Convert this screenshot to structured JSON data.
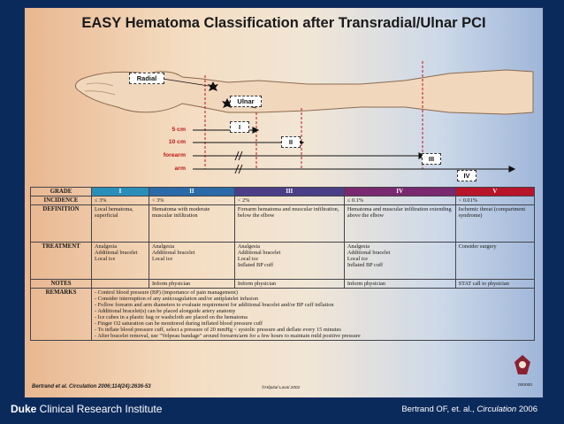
{
  "title": "EASY Hematoma Classification after Transradial/Ulnar PCI",
  "arm": {
    "radial_label": "Radial",
    "ulnar_label": "Ulnar",
    "distances": [
      {
        "label": "5 cm",
        "grade": "I"
      },
      {
        "label": "10 cm",
        "grade": "II"
      },
      {
        "label": "forearm",
        "grade": "III"
      },
      {
        "label": "arm",
        "grade": "IV"
      }
    ]
  },
  "table": {
    "grades": [
      "I",
      "II",
      "III",
      "IV",
      "V"
    ],
    "header_colors": [
      "#2a8fb8",
      "#2a6aa8",
      "#4a3f86",
      "#7a2870",
      "#b8142a"
    ],
    "rows": [
      {
        "label": "GRADE",
        "cells": [
          "I",
          "II",
          "III",
          "IV",
          "V"
        ]
      },
      {
        "label": "INCIDENCE",
        "cells": [
          "≤ 3%",
          "< 3%",
          "< 2%",
          "≤ 0.1%",
          "< 0.01%"
        ]
      },
      {
        "label": "DEFINITION",
        "cells": [
          "Local hematoma, superficial",
          "Hematoma with moderate muscular infiltration",
          "Forearm hematoma and muscular infiltration, below the elbow",
          "Hematoma and muscular infiltration extending above the elbow",
          "Ischemic threat (compartment syndrome)"
        ]
      },
      {
        "label": "TREATMENT",
        "cells": [
          "Analgesia\nAdditional bracelet\nLocal ice",
          "Analgesia\nAdditional bracelet\nLocal ice",
          "Analgesia\nAdditional bracelet\nLocal ice\nInflated BP cuff",
          "Analgesia\nAdditional bracelet\nLocal ice\nInflated BP cuff",
          "Consider surgery"
        ]
      },
      {
        "label": "NOTES",
        "cells": [
          "",
          "Inform physician",
          "Inform physician",
          "Inform physician",
          "STAT call to physician"
        ]
      }
    ],
    "remarks_label": "REMARKS",
    "remarks": [
      "- Control blood pressure (BP) (importance of pain management)",
      "- Consider interruption of any anticoagulation and/or antiplatelet infusion",
      "- Follow forearm and arm diameters to evaluate requirement for additional bracelet and/or BP cuff inflation",
      "- Additional bracelet(s) can be placed alongside artery anatomy",
      "- Ice cubes in a plastic bag or washcloth are placed on the hematoma",
      "- Finger O2 saturation can be monitored during inflated blood pressure cuff",
      "- To inflate blood pressure cuff, select a pressure of 20 mmHg < systolic pressure and deflate every 15 minutes",
      "- After bracelet removal, use \"Velpeau bandage\" around forearm/arm for a few hours to maintain mild positive pressure"
    ]
  },
  "citation": "Bertrand et al. Circulation 2006;114(24):2636-53",
  "copyright": "©Hôpital Laval 2002",
  "corner_code": "000000",
  "footer": {
    "brand_bold": "Duke",
    "brand_rest": " Clinical Research Institute",
    "reference_prefix": "Bertrand OF, et. al., ",
    "reference_journal": "Circulation",
    "reference_year": " 2006"
  }
}
